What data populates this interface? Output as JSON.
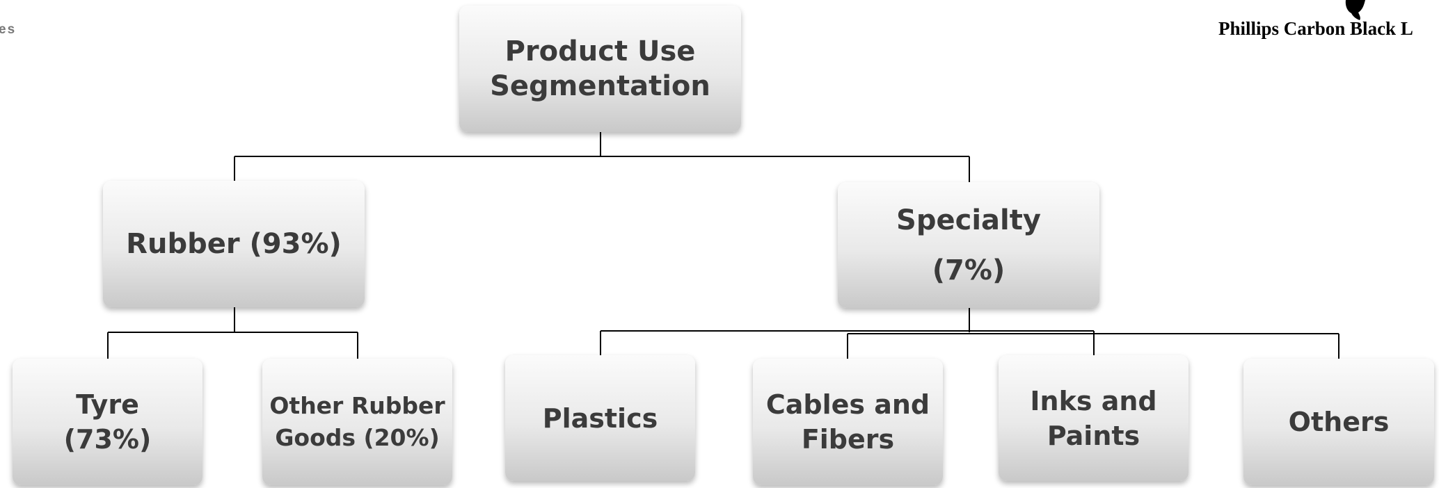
{
  "header": {
    "left_fragment": "es",
    "company_name": "Phillips Carbon Black L"
  },
  "diagram": {
    "root": {
      "line1": "Product Use",
      "line2": "Segmentation"
    },
    "rubber": {
      "label": "Rubber (93%)"
    },
    "specialty": {
      "line1": "Specialty",
      "line2": "(7%)"
    },
    "tyre": {
      "line1": "Tyre",
      "line2": "(73%)"
    },
    "other_rubber": {
      "line1": "Other Rubber",
      "line2": "Goods (20%)"
    },
    "plastics": {
      "label": "Plastics"
    },
    "cables": {
      "line1": "Cables and",
      "line2": "Fibers"
    },
    "inks": {
      "line1": "Inks and",
      "line2": "Paints"
    },
    "others": {
      "label": "Others"
    }
  }
}
